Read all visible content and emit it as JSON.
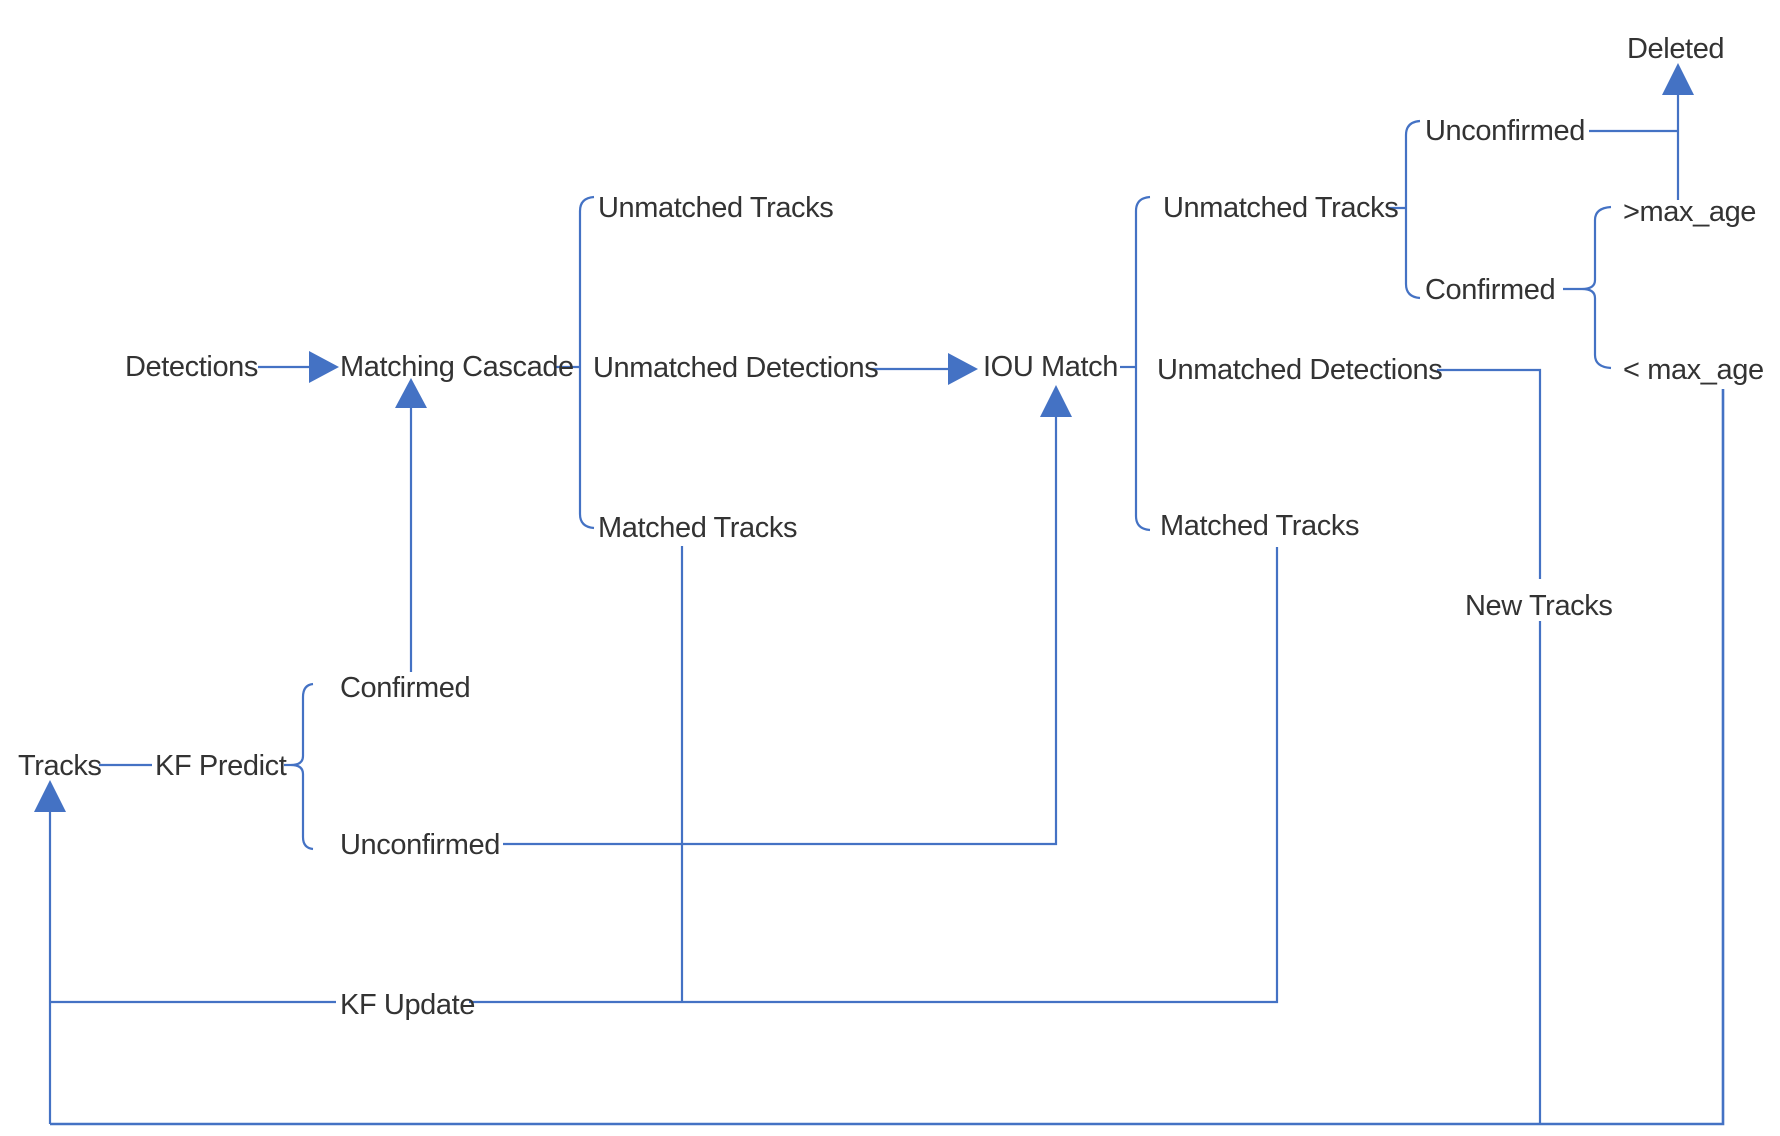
{
  "diagram": {
    "colors": {
      "line": "#4472C4",
      "text": "#333333",
      "background": "#ffffff"
    },
    "labels": {
      "detections": "Detections",
      "matching_cascade": "Matching Cascade",
      "unmatched_tracks_left": "Unmatched Tracks",
      "unmatched_detections_left": "Unmatched Detections",
      "matched_tracks_left": "Matched Tracks",
      "iou_match": "IOU Match",
      "unmatched_tracks_right": "Unmatched Tracks",
      "unmatched_detections_right": "Unmatched Detections",
      "matched_tracks_right": "Matched Tracks",
      "unconfirmed_top_right": "Unconfirmed",
      "confirmed_right": "Confirmed",
      "deleted": "Deleted",
      "greater_than_max_age": ">max_age",
      "less_than_max_age": "< max_age",
      "new_tracks": "New Tracks",
      "confirmed_left": "Confirmed",
      "tracks": "Tracks",
      "kf_predict": "KF Predict",
      "unconfirmed_left": "Unconfirmed",
      "kf_update": "KF Update"
    }
  }
}
